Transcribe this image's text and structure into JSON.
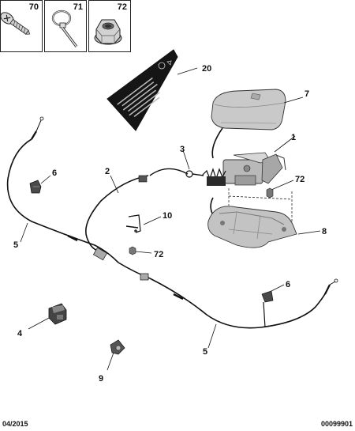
{
  "thumbnails": [
    {
      "number": "70",
      "icon": "screw-icon"
    },
    {
      "number": "71",
      "icon": "cable-tie-icon"
    },
    {
      "number": "72",
      "icon": "hex-nut-icon"
    }
  ],
  "callouts": {
    "c1": "1",
    "c2": "2",
    "c3": "3",
    "c4": "4",
    "c5a": "5",
    "c5b": "5",
    "c6a": "6",
    "c6b": "6",
    "c7": "7",
    "c8": "8",
    "c9": "9",
    "c10": "10",
    "c20": "20",
    "c72a": "72",
    "c72b": "72"
  },
  "footer": {
    "date": "04/2015",
    "reference": "00099901"
  },
  "colors": {
    "line": "#111111",
    "part_fill": "#c9c9c9",
    "part_dark": "#7a7a7a",
    "label_bg": "#151515"
  }
}
